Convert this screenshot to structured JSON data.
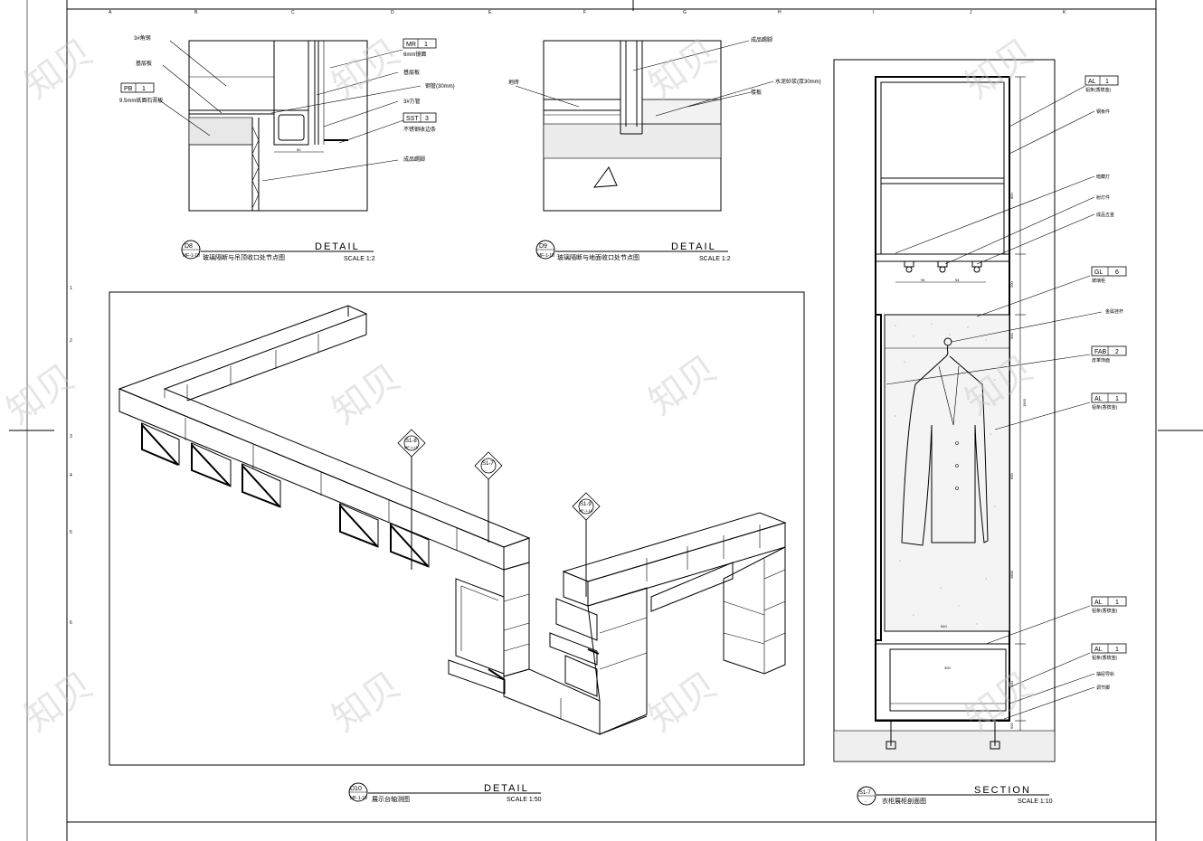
{
  "grid": {
    "top_letters": [
      "A",
      "B",
      "C",
      "D",
      "E",
      "F",
      "G",
      "H",
      "I",
      "J",
      "K"
    ],
    "left_numbers": [
      "1",
      "2",
      "3",
      "4",
      "5",
      "6"
    ]
  },
  "d8": {
    "callouts": {
      "gypsum_3": "3#角钢",
      "base_board": "基层板",
      "mr_code": "MR",
      "mr_num": "1",
      "mirror": "6mm镜面",
      "base_board2": "基层板",
      "steel_pipe": "钢管(30mm)",
      "square_tube": "3#方管",
      "ssr_code": "SST",
      "ssr_num": "3",
      "ss_strip": "不锈钢收边条",
      "pb_code": "PB",
      "pb_num": "1",
      "gypsum": "9.5mm纸面石膏板",
      "paint": "成品踢脚",
      "dim": "50"
    },
    "bubble_top": "D8",
    "bubble_bottom": "MF-1-10",
    "title_cn": "玻璃隔断与吊顶收口处节点图",
    "label": "DETAIL",
    "scale": "SCALE 1:2"
  },
  "d9": {
    "callouts": {
      "finished": "成品踢脚",
      "floor": "地砖",
      "screed": "水泥砂浆(厚30mm)",
      "slab": "楼板"
    },
    "bubble_top": "D9",
    "bubble_bottom": "MF-1-10",
    "title_cn": "玻璃隔断与地面收口处节点图",
    "label": "DETAIL",
    "scale": "SCALE 1:2"
  },
  "d10": {
    "tags": [
      {
        "top": "S1-8",
        "bottom": "MF-1-10"
      },
      {
        "top": "S1-7",
        "bottom": "-"
      },
      {
        "top": "S1-9",
        "bottom": "MF-1-10"
      }
    ],
    "bubble_top": "D10",
    "bubble_bottom": "MF-1-10",
    "title_cn": "展示台轴测图",
    "label": "DETAIL",
    "scale": "SCALE 1:50"
  },
  "section": {
    "callouts": [
      {
        "code": "AL",
        "num": "1",
        "text": "铝条(香槟金)"
      },
      {
        "text": "钢板件"
      },
      {
        "text": "暗藏灯"
      },
      {
        "text": "射灯件"
      },
      {
        "text": "成品五金"
      },
      {
        "code": "GL",
        "num": "6",
        "text": "玻璃柜"
      },
      {
        "text": "金属挂杆"
      },
      {
        "code": "FAB",
        "num": "2",
        "text": "皮革饰面"
      },
      {
        "code": "AL",
        "num": "1",
        "text": "铝条(香槟金)"
      },
      {
        "code": "AL",
        "num": "1",
        "text": "铝条(香槟金)"
      },
      {
        "code": "AL",
        "num": "1",
        "text": "铝条(香槟金)"
      },
      {
        "text": "抽屉导轨"
      },
      {
        "text": "调节脚"
      }
    ],
    "dims": [
      "800",
      "200",
      "500",
      "600",
      "1900",
      "2800",
      "500",
      "500",
      "540",
      "300"
    ],
    "bubble_top": "S1-7",
    "bubble_bottom": "-",
    "title_cn": "衣柜展柜剖面图",
    "label": "SECTION",
    "scale": "SCALE 1:10"
  },
  "watermark": "知贝"
}
